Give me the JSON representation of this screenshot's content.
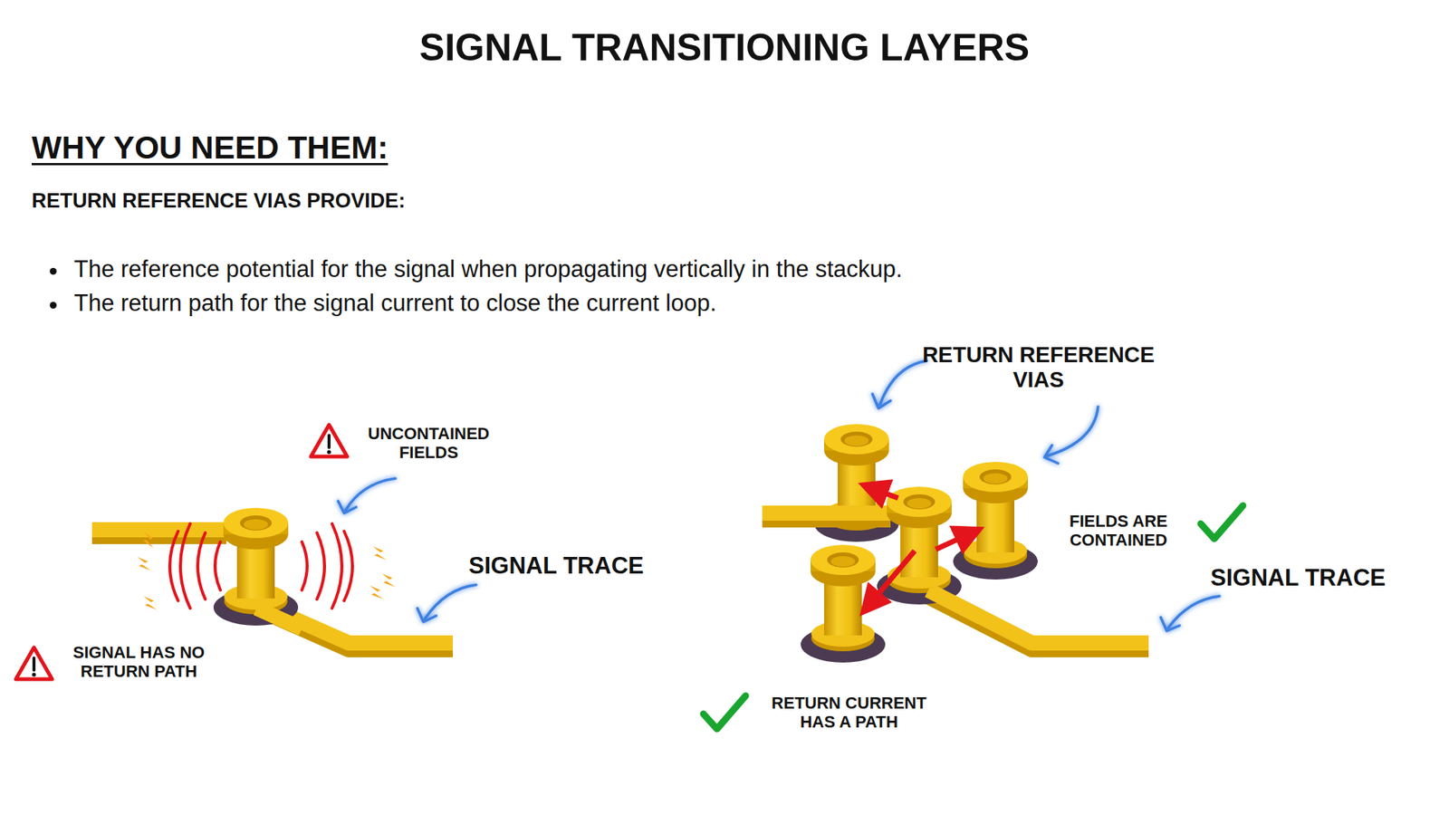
{
  "diagram": {
    "title": "SIGNAL TRANSITIONING LAYERS",
    "labels": [
      "WHY YOU NEED THEM:",
      "RETURN REFERENCE VIAS PROVIDE:",
      "The reference potential for the signal when propagating vertically in the stackup.",
      "The return path for the signal current to close the current loop.",
      "UNCONTAINED FIELDS",
      "SIGNAL TRACE",
      "SIGNAL HAS NO RETURN PATH",
      "RETURN REFERENCE VIAS",
      "FIELDS ARE CONTAINED",
      "SIGNAL TRACE",
      "RETURN CURRENT HAS A PATH"
    ]
  }
}
